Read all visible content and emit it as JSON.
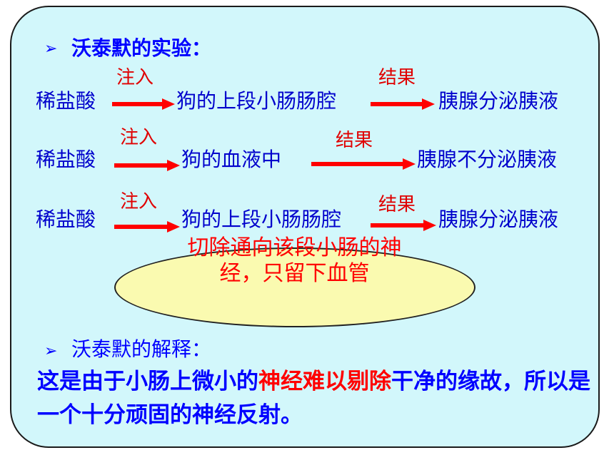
{
  "heading": {
    "bullet": "➢",
    "text": "沃泰默的实验："
  },
  "rows": [
    {
      "start": "稀盐酸",
      "label1": "注入",
      "middle": "狗的上段小肠肠腔",
      "label2": "结果",
      "result": "胰腺分泌胰液"
    },
    {
      "start": "稀盐酸",
      "label1": "注入",
      "middle": "狗的血液中",
      "label2": "结果",
      "result": "胰腺不分泌胰液"
    },
    {
      "start": "稀盐酸",
      "label1": "注入",
      "middle": "狗的上段小肠肠腔",
      "label2": "结果",
      "result": "胰腺分泌胰液"
    }
  ],
  "note": "切除通向该段小肠的神经，只留下血管",
  "explanation": {
    "bullet": "➢",
    "title": "沃泰默的解释：",
    "part1": "这是由于小肠上微小的",
    "part2_red": "神经难以剔除",
    "part3": "干净的缘故，所以是一个十分顽固的神经反射。"
  },
  "colors": {
    "blue": "#0000ff",
    "red": "#ff0000",
    "panel": "#d2f7fb",
    "ellipse": "#fafab0"
  }
}
